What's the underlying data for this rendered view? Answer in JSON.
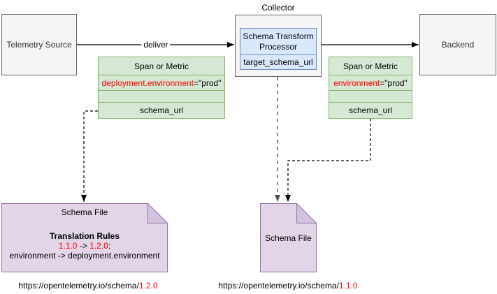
{
  "nodes": {
    "telemetry_source": {
      "label": "Telemetry Source"
    },
    "collector": {
      "label": "Collector"
    },
    "processor": {
      "title": "Schema Transform Processor",
      "subrow": "target_schema_url"
    },
    "backend": {
      "label": "Backend"
    },
    "span_left": {
      "header": "Span or Metric",
      "attr_key": "deployment.environment",
      "attr_suffix": "=\"prod\"",
      "schema_row": "schema_url"
    },
    "span_right": {
      "header": "Span or Metric",
      "attr_key": "environment",
      "attr_suffix": "=\"prod\"",
      "schema_row": "schema_url"
    },
    "schema_file_left": {
      "title": "Schema File",
      "rules_heading": "Translation Rules",
      "version_from": "1.1.0",
      "version_arrow": " -> ",
      "version_to": "1.2.0",
      "version_colon": ":",
      "rule_line": "environment -> deployment.environment"
    },
    "schema_file_middle": {
      "title": "Schema File"
    }
  },
  "edges": {
    "deliver": {
      "label": "deliver"
    }
  },
  "urls": {
    "left": {
      "base": "https://opentelemetry.io/schema/",
      "version": "1.2.0"
    },
    "middle": {
      "base": "https://opentelemetry.io/schema/",
      "version": "1.1.0"
    }
  },
  "colors": {
    "node_fill": "#f5f5f5",
    "node_border": "#666666",
    "processor_fill": "#dae8fc",
    "processor_border": "#6c8ebf",
    "span_fill": "#d5e8d4",
    "span_border": "#82b366",
    "doc_fill": "#e1d5e7",
    "doc_fold": "#d3c2de",
    "doc_border": "#9673a6",
    "highlight_red": "#ff0000",
    "gray_wire": "#8a8a8a"
  }
}
